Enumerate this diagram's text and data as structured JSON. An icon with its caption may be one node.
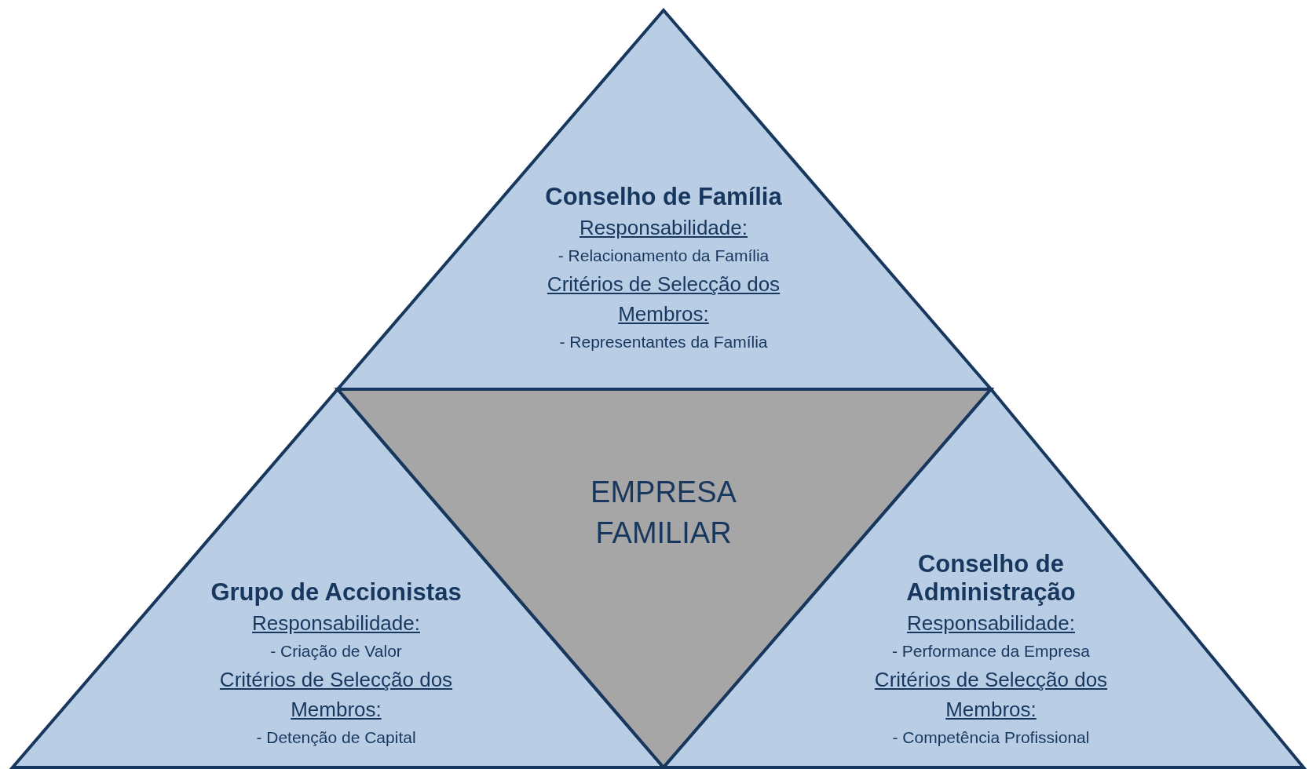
{
  "diagram": {
    "nodes": [
      {
        "text": [
          "Conselho de Família",
          "Responsabilidade:",
          "- Relacionamento da Família",
          "Critérios de Selecção dos Membros:",
          "- Representantes da Família"
        ]
      },
      {
        "text": [
          "Grupo de Accionistas",
          "Responsabilidade:",
          "- Criação de Valor",
          "Critérios de Selecção dos Membros:",
          "- Detenção de Capital"
        ]
      },
      {
        "text": [
          "EMPRESA FAMILIAR"
        ]
      },
      {
        "text": [
          "Conselho de Administração",
          "Responsabilidade:",
          "- Performance da Empresa",
          "Critérios de Selecção dos Membros:",
          "- Competência Profissional"
        ]
      }
    ]
  }
}
